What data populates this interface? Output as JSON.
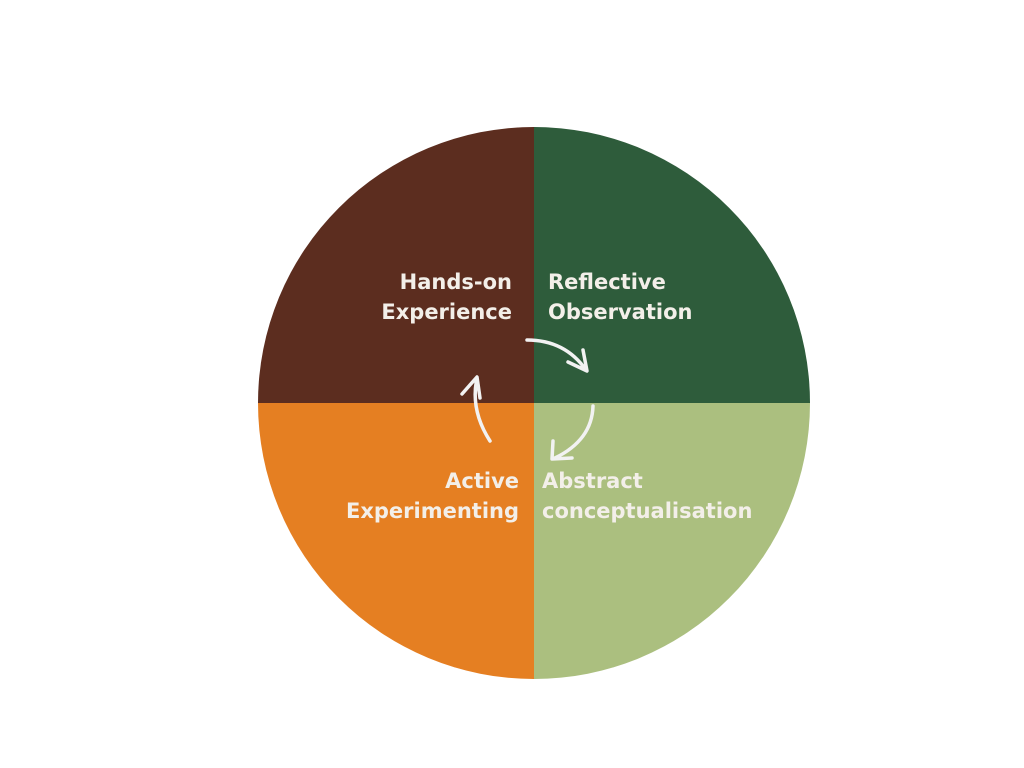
{
  "quadrants": [
    {
      "label_lines": [
        "Hands-on",
        "Experience"
      ],
      "color": "#5c2d1f"
    },
    {
      "label_lines": [
        "Reflective",
        "Observation"
      ],
      "color": "#2e5c3b"
    },
    {
      "label_lines": [
        "Abstract",
        "conceptualisation"
      ],
      "color": "#abbf7f"
    },
    {
      "label_lines": [
        "Active",
        "Experimenting"
      ],
      "color": "#e57f22"
    }
  ],
  "arrow_color": "#f2f2f2"
}
